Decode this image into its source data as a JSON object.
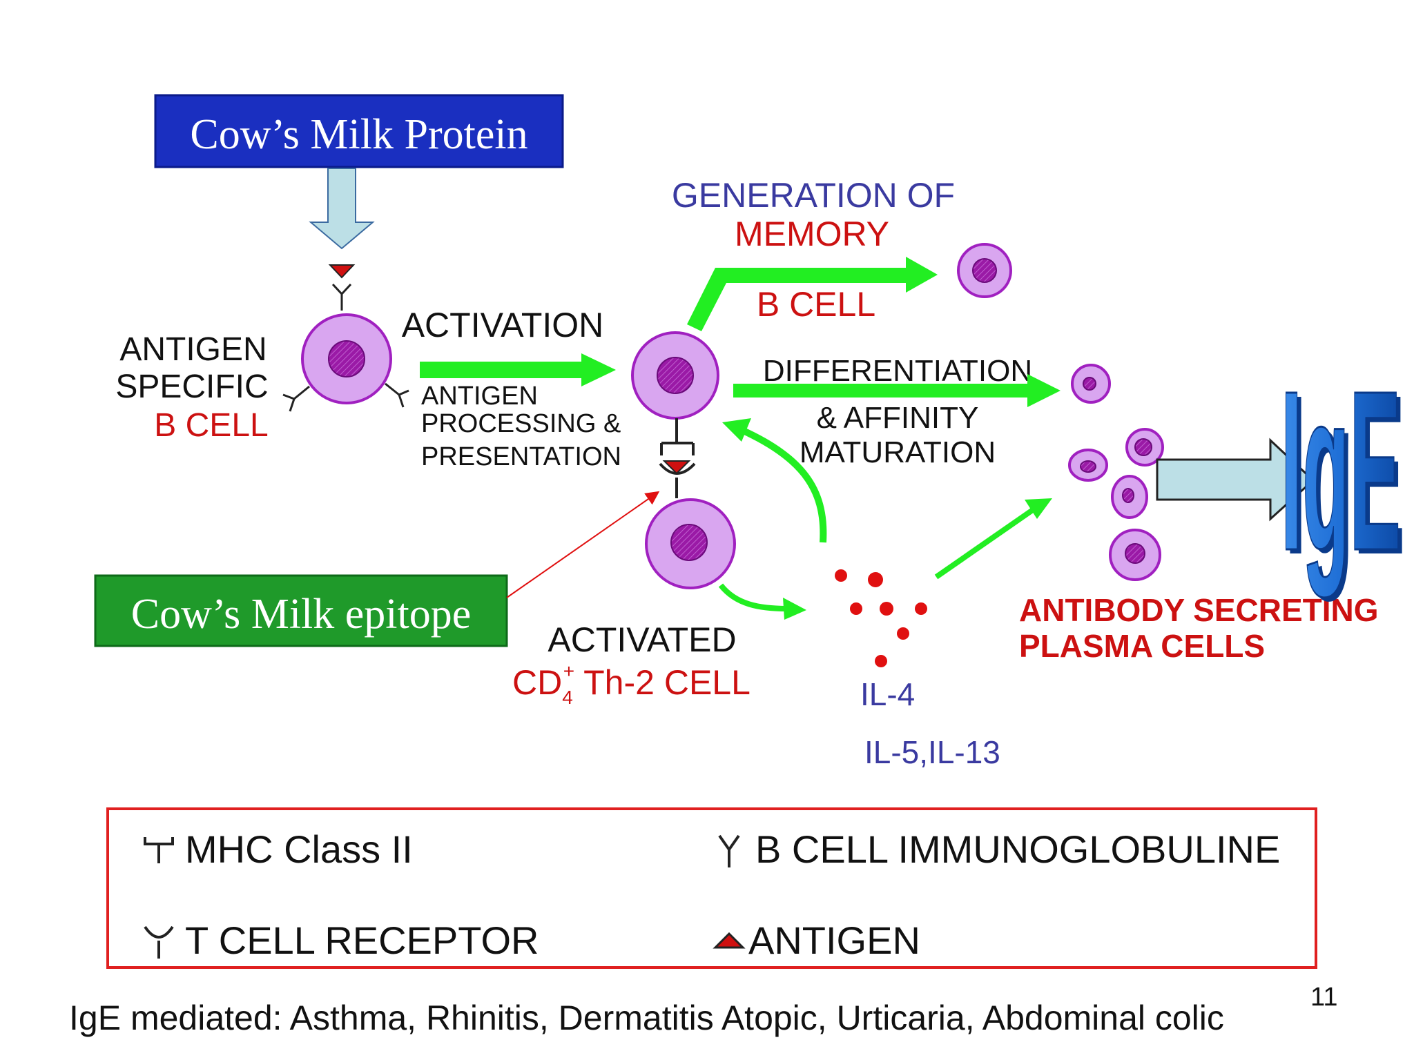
{
  "boxes": {
    "protein": "Cow’s Milk Protein",
    "epitope": "Cow’s Milk epitope"
  },
  "labels": {
    "antigen_specific_line1": "ANTIGEN",
    "antigen_specific_line2": "SPECIFIC",
    "antigen_specific_line3": "B CELL",
    "activation": "ACTIVATION",
    "processing_line1": "ANTIGEN",
    "processing_line2": "PROCESSING &",
    "processing_line3": "PRESENTATION",
    "generation_line1": "GENERATION OF",
    "generation_line2": "MEMORY",
    "memory_b_cell": "B CELL",
    "differentiation_line1": "DIFFERENTIATION",
    "differentiation_line2": "& AFFINITY",
    "differentiation_line3": "MATURATION",
    "activated": "ACTIVATED",
    "cd4_prefix": "CD",
    "cd4_sub": "4",
    "cd4_sup": "+",
    "cd4_suffix": " Th-2  CELL",
    "il4": "IL-4",
    "il5_13": "IL-5,IL-13",
    "plasma_line1": "ANTIBODY SECRETING",
    "plasma_line2": "PLASMA CELLS",
    "ige": "IgE"
  },
  "legend": {
    "mhc": "MHC Class II",
    "tcr": "T CELL RECEPTOR",
    "bcell_ig": "B CELL IMMUNOGLOBULINE",
    "antigen": "ANTIGEN"
  },
  "footer": "IgE mediated: Asthma, Rhinitis, Dermatitis Atopic, Urticaria, Abdominal colic",
  "page_number": "11",
  "colors": {
    "blue_box": "#1a2fc0",
    "green_box": "#1f9a2a",
    "arrow_green": "#22ee22",
    "cell_fill": "#d9a6f0",
    "cell_stroke": "#a020c0",
    "nucleus": "#9a1aa6",
    "red_text": "#cc1111",
    "blue_text": "#3a3aa0",
    "ige_blue": "#1f6fd6"
  }
}
